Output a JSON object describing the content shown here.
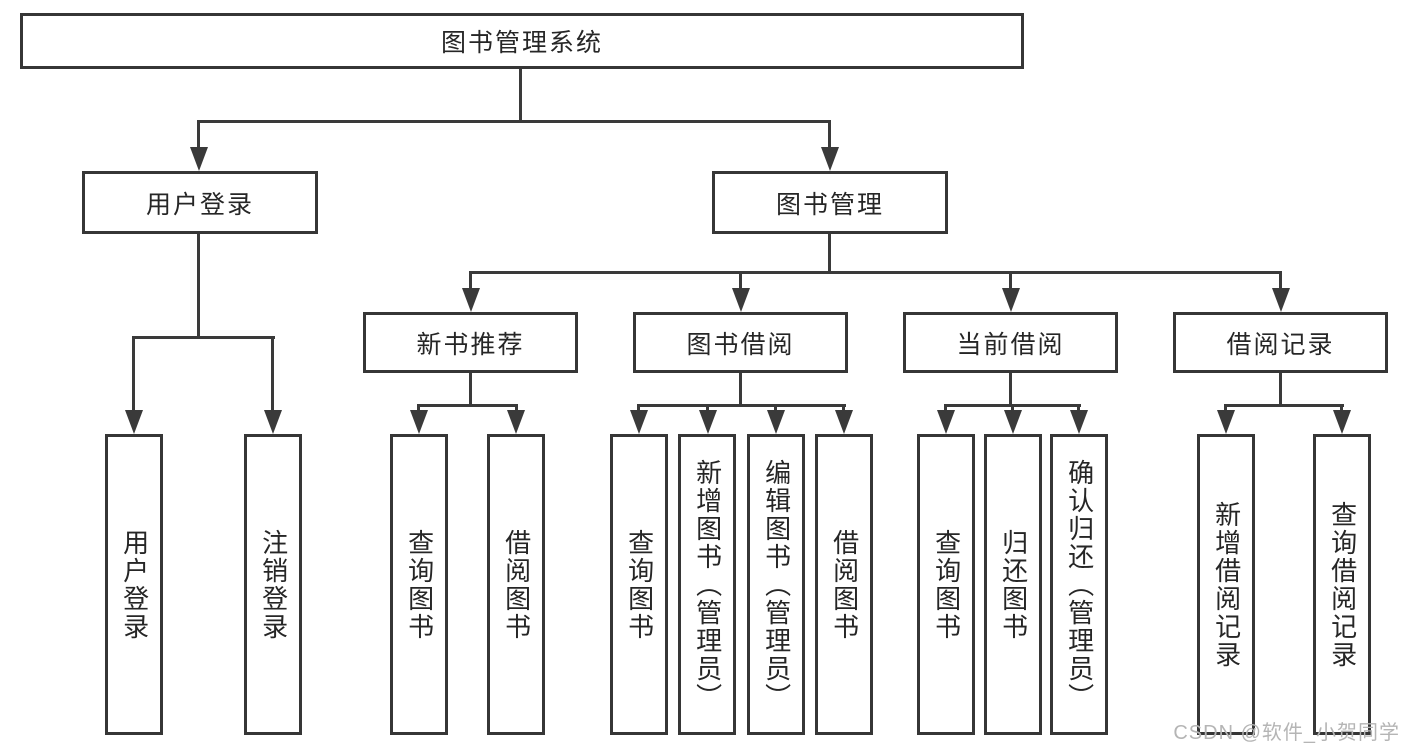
{
  "colors": {
    "background": "#ffffff",
    "line": "#3a3a3a",
    "border": "#363636",
    "text": "#262626",
    "watermark": "#b5b5b5"
  },
  "diagram_type": "hierarchy-tree",
  "nodes": {
    "root": "图书管理系统",
    "level2": [
      "用户登录",
      "图书管理"
    ],
    "level3": [
      "新书推荐",
      "图书借阅",
      "当前借阅",
      "借阅记录"
    ],
    "leaves_user": [
      "用户登录",
      "注销登录"
    ],
    "leaves_newbook": [
      "查询图书",
      "借阅图书"
    ],
    "leaves_borrow": [
      "查询图书",
      "新增图书（管理员）",
      "编辑图书（管理员）",
      "借阅图书"
    ],
    "leaves_current": [
      "查询图书",
      "归还图书",
      "确认归还（管理员）"
    ],
    "leaves_record": [
      "新增借阅记录",
      "查询借阅记录"
    ]
  },
  "watermark": "CSDN @软件_小贺同学"
}
